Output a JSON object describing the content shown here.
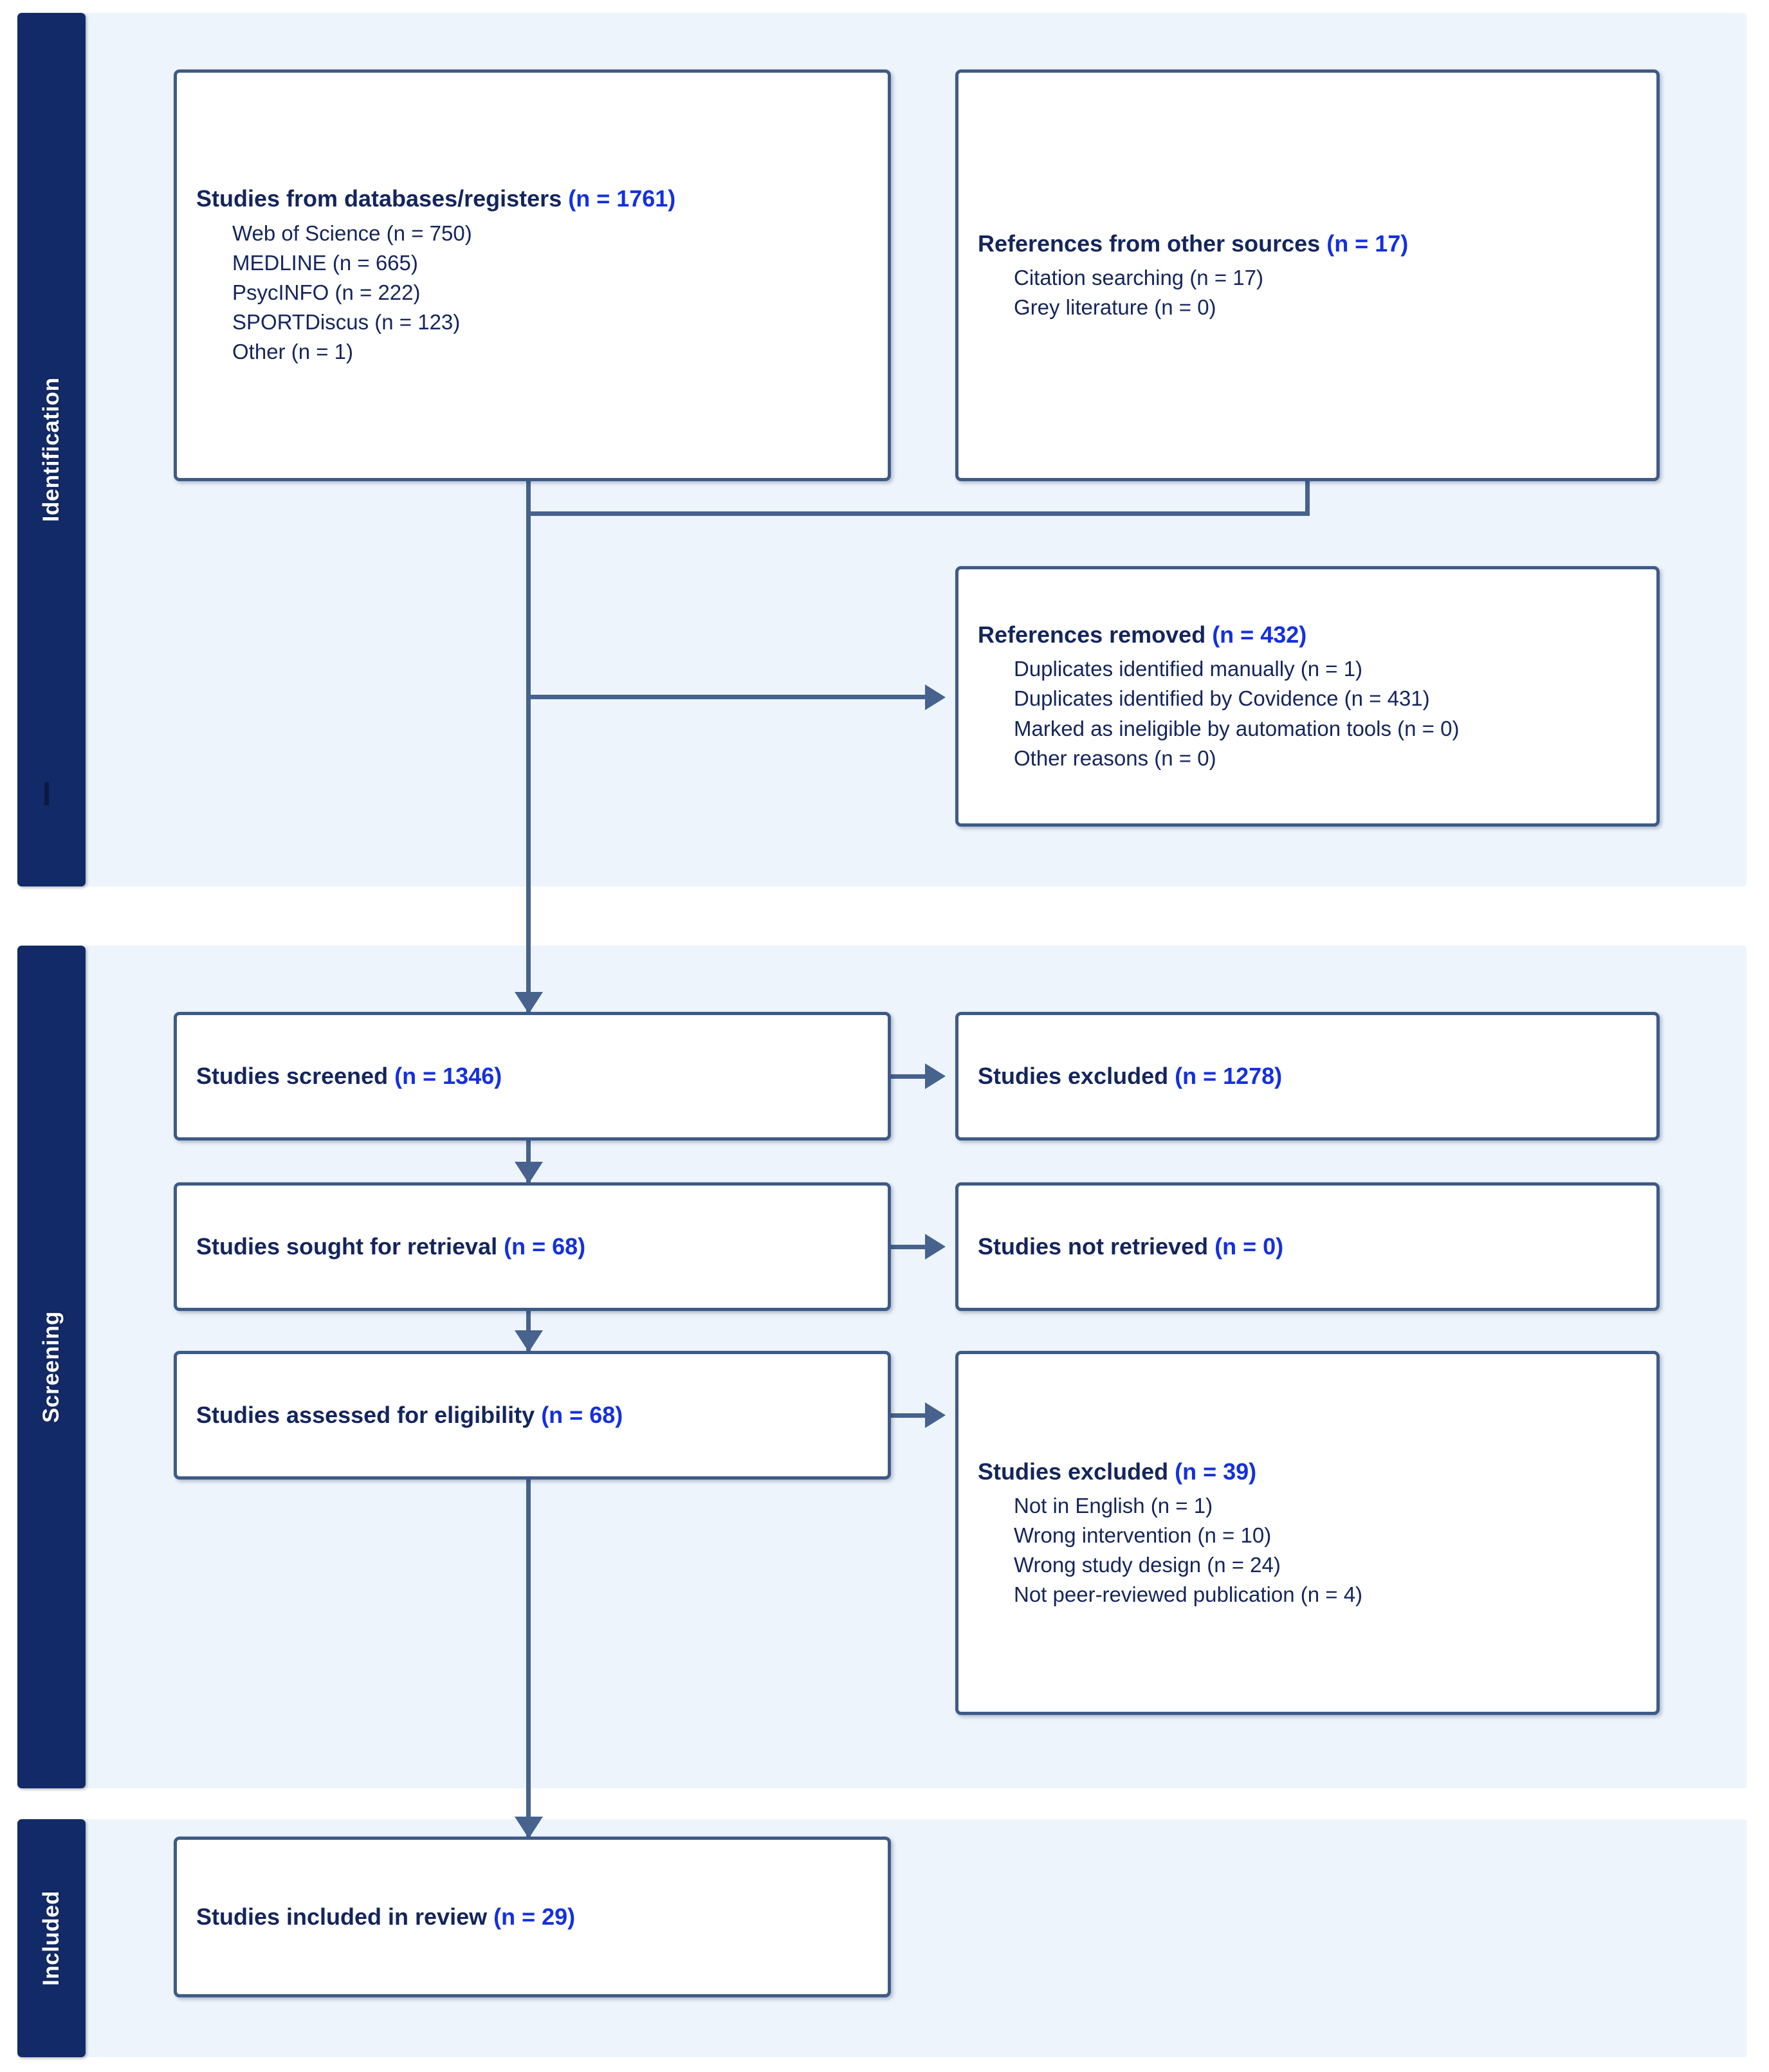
{
  "stages": [
    {
      "id": "identification",
      "label": "Identification"
    },
    {
      "id": "screening",
      "label": "Screening"
    },
    {
      "id": "included",
      "label": "Included"
    }
  ],
  "boxes": {
    "databases": {
      "headline_text": "Studies from databases/registers ",
      "headline_count": "(n = 1761)",
      "items": [
        "Web of Science (n = 750)",
        "MEDLINE (n = 665)",
        "PsycINFO (n = 222)",
        "SPORTDiscus (n = 123)",
        "Other (n = 1)"
      ]
    },
    "other_sources": {
      "headline_text": "References from other sources ",
      "headline_count": "(n = 17)",
      "items": [
        "Citation searching (n = 17)",
        "Grey literature (n = 0)"
      ]
    },
    "references_removed": {
      "headline_text": "References removed ",
      "headline_count": "(n = 432)",
      "items": [
        "Duplicates identified manually (n = 1)",
        "Duplicates identified by Covidence (n = 431)",
        "Marked as ineligible by automation tools (n = 0)",
        "Other reasons (n = 0)"
      ]
    },
    "studies_screened": {
      "headline_text": "Studies screened ",
      "headline_count": "(n = 1346)",
      "items": []
    },
    "studies_excluded_1": {
      "headline_text": "Studies excluded ",
      "headline_count": "(n = 1278)",
      "items": []
    },
    "studies_sought": {
      "headline_text": "Studies sought for retrieval ",
      "headline_count": "(n = 68)",
      "items": []
    },
    "studies_not_retrieved": {
      "headline_text": "Studies not retrieved ",
      "headline_count": "(n = 0)",
      "items": []
    },
    "studies_assessed": {
      "headline_text": "Studies assessed for eligibility ",
      "headline_count": "(n = 68)",
      "items": []
    },
    "studies_excluded_2": {
      "headline_text": "Studies excluded ",
      "headline_count": "(n = 39)",
      "items": [
        "Not in English (n = 1)",
        "Wrong intervention (n = 10)",
        "Wrong study design (n = 24)",
        "Not peer-reviewed publication (n = 4)"
      ]
    },
    "studies_included": {
      "headline_text": "Studies included in review ",
      "headline_count": "(n = 29)",
      "items": []
    }
  },
  "colors": {
    "stage_strip": "#122a67",
    "band_background": "#edf4fb",
    "box_border": "#3e5a86",
    "connector": "#46628d",
    "headline_text": "#14255c",
    "headline_count": "#1430e0"
  },
  "chart_data": {
    "type": "diagram",
    "title": "PRISMA 2020 flow diagram",
    "nodes": [
      {
        "stage": "Identification",
        "label": "Studies from databases/registers",
        "n": 1761,
        "breakdown": {
          "Web of Science": 750,
          "MEDLINE": 665,
          "PsycINFO": 222,
          "SPORTDiscus": 123,
          "Other": 1
        }
      },
      {
        "stage": "Identification",
        "label": "References from other sources",
        "n": 17,
        "breakdown": {
          "Citation searching": 17,
          "Grey literature": 0
        }
      },
      {
        "stage": "Identification",
        "label": "References removed",
        "n": 432,
        "breakdown": {
          "Duplicates identified manually": 1,
          "Duplicates identified by Covidence": 431,
          "Marked as ineligible by automation tools": 0,
          "Other reasons": 0
        }
      },
      {
        "stage": "Screening",
        "label": "Studies screened",
        "n": 1346
      },
      {
        "stage": "Screening",
        "label": "Studies excluded",
        "n": 1278
      },
      {
        "stage": "Screening",
        "label": "Studies sought for retrieval",
        "n": 68
      },
      {
        "stage": "Screening",
        "label": "Studies not retrieved",
        "n": 0
      },
      {
        "stage": "Screening",
        "label": "Studies assessed for eligibility",
        "n": 68
      },
      {
        "stage": "Screening",
        "label": "Studies excluded",
        "n": 39,
        "breakdown": {
          "Not in English": 1,
          "Wrong intervention": 10,
          "Wrong study design": 24,
          "Not peer-reviewed publication": 4
        }
      },
      {
        "stage": "Included",
        "label": "Studies included in review",
        "n": 29
      }
    ]
  }
}
